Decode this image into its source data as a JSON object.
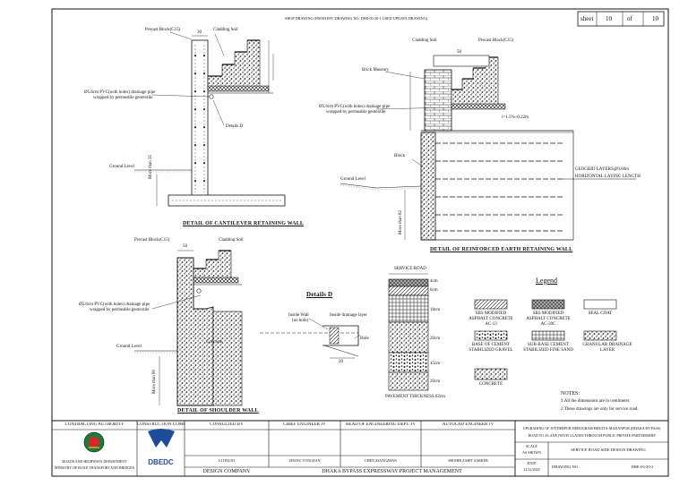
{
  "header": {
    "top_note": "SHOP DRAWING (FROM EPC DRAWING NO. DEB-03-20-1 USED UPDATE DRAWING)",
    "sheet_label": "sheet",
    "sheet_no": "10",
    "of_label": "of",
    "sheet_total": "10"
  },
  "cantilever": {
    "precast": "Precast Block(C15)",
    "cladding": "Cladding Soil",
    "pipe_1": "Ø5.6cm PVC(with holes) drainage pipe",
    "pipe_2": "wrapped by permeable geotextile",
    "details": "Details D",
    "ground": "Ground Level",
    "depth": "More than 35",
    "title": "DETAIL OF CANTILEVER RETAINING WALL",
    "dim_top": "30"
  },
  "reinforced": {
    "cladding": "Cladding Soil",
    "precast": "Precast Block(C15)",
    "brick": "Brick Masonry",
    "pipe_1": "Ø5.6cm PVC(with holes) drainage pipe",
    "pipe_2": "wrapped by permeable geotextile",
    "slope": "i=1.5%~0.22m",
    "block": "Block",
    "ground": "Ground Level",
    "depth": "More than 82",
    "geogrid_1": "GEOGRID LAYERS@0.60m",
    "geogrid_2": "HORIZONTAL LAYING LENGTH",
    "title": "DETAIL OF REINFORCED EARTH RETAINING WALL",
    "dim_top": "50"
  },
  "shoulder": {
    "precast": "Precast Block(C15)",
    "cladding": "Cladding Soil",
    "pipe_1": "Ø5.6cm PVC(with holes) drainage pipe",
    "pipe_2": "wrapped by permeable geotextile",
    "concrete": "Concrete",
    "ground": "Ground Level",
    "depth": "More than 80",
    "title": "DETAIL OF SHOULDER WALL",
    "dim_top": "50"
  },
  "details_d": {
    "title": "Details D",
    "inside_wall_1": "Inside Wall",
    "inside_wall_2": "(no hole)",
    "layer": "Inside drainage layer",
    "hole": "Hole",
    "dim": "20"
  },
  "pavement": {
    "service_road": "SERVICE ROAD",
    "layers": [
      "4cm",
      "6cm",
      "18cm",
      "20cm",
      "15cm",
      "20cm"
    ],
    "thickness": "PAVEMENT THICKNESS 82cm"
  },
  "legend": {
    "title": "Legend",
    "items": [
      "SBS MODIFIED ASPHALT CONCRETE AC-13",
      "SBS MODIFIED ASPHALT CONCRETE AC-20C",
      "SEAL COAT",
      "BASE OF CEMENT STABILIZED GRAVEL",
      "SUB-BASE CEMENT STABILIZED FINE SAND",
      "GRANULAR DRAINAGE LAYER",
      "CONCRETE"
    ]
  },
  "notes": {
    "title": "NOTES:",
    "lines": [
      "1.All the dimensions are in centimeter.",
      "2.These drawings are only for service road."
    ]
  },
  "title_block": {
    "contracting_authority": "CONTRACTING AUTHORITY",
    "construction_company": "CONSTRUCTION COMPANY",
    "consulted_by": "CONSULTED BY",
    "chief_engineer": "CHIEF ENGINEER JV",
    "head_engineering": "HEAD OF ENGINEERING DEPT. JV",
    "autocad_engineer": "AUTOCAD ENGINEER JV",
    "names": [
      "LI JINGXI",
      "ZHANG YONGJIAN",
      "CHEN XIANGZHAN",
      "SHOHIB ZAHIT SARKER"
    ],
    "roads_dept_1": "ROADS AND HIGHWAYS DEPARTMENT",
    "roads_dept_2": "MINISTRY OF ROAD TRANSPORT AND BRIDGES",
    "contractor_logo": "DBEDC",
    "design_company": "DESIGN COMPANY",
    "project": "DHAKA BYPASS EXPRESSWAY PROJECT MANAGEMENT",
    "project_desc_1": "UPGRADING OF JOYDEBPUR-DEBOGRAM-BHULTA-MADANPUR (DHAKA BY-PASS)",
    "project_desc_2": "ROAD TO 4-LANE (WITH 4 LANES THROUGH PUBLIC PRIVATE PARTNERSHIP",
    "scale_label": "SCALE",
    "scale_value": "AS SHOWN",
    "drawing_name": "SERVICE ROAD SIDE DESIGN DRAWING",
    "date_label": "DATE",
    "date_value": "12/12/2022",
    "drawing_no_label": "DRAWING NO. :",
    "drawing_no": "DBE-03-20-1"
  }
}
